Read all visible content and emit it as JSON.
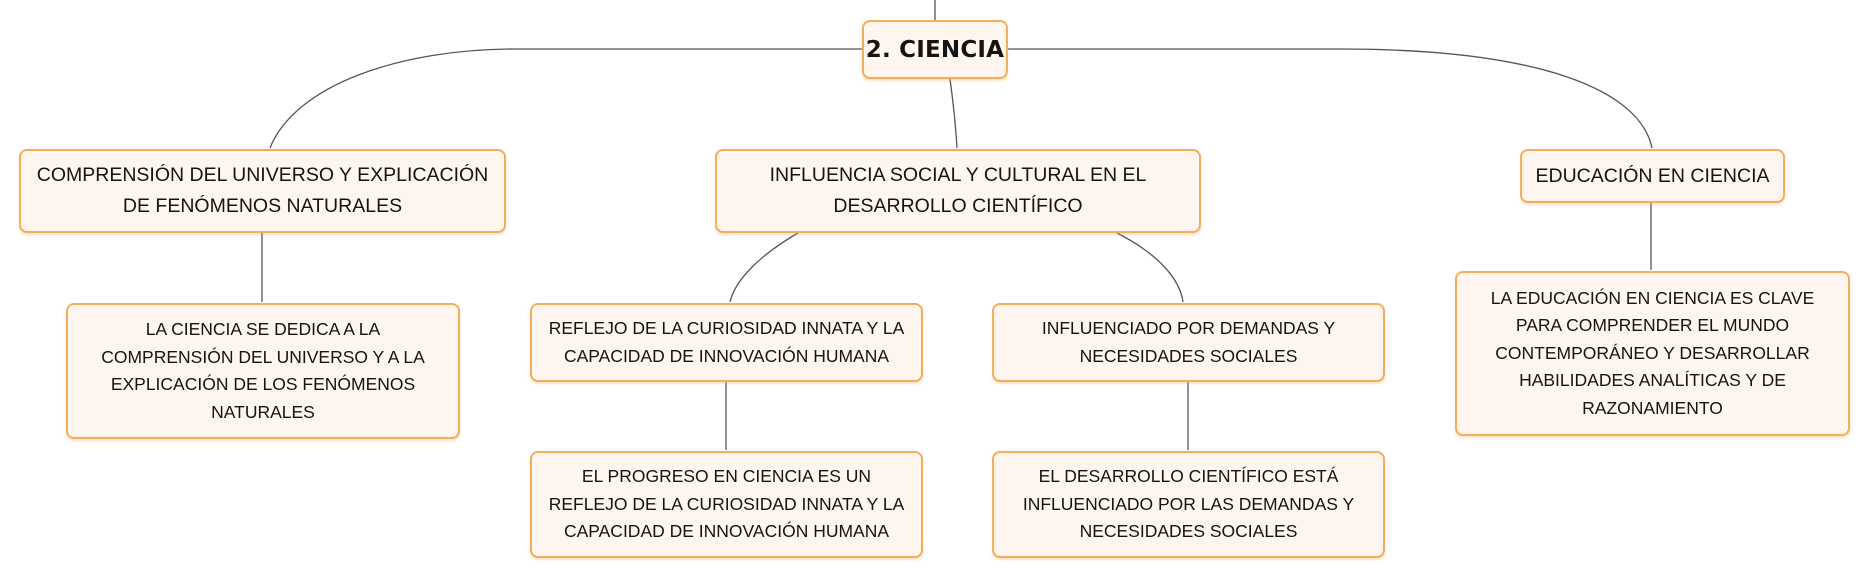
{
  "diagram": {
    "root": {
      "label": "2. CIENCIA"
    },
    "branches": [
      {
        "label": "COMPRENSIÓN DEL UNIVERSO Y EXPLICACIÓN DE FENÓMENOS NATURALES",
        "children": [
          {
            "label": "LA CIENCIA SE DEDICA A LA COMPRENSIÓN DEL UNIVERSO Y A LA EXPLICACIÓN DE LOS FENÓMENOS NATURALES"
          }
        ]
      },
      {
        "label": "INFLUENCIA SOCIAL Y CULTURAL EN EL DESARROLLO CIENTÍFICO",
        "children": [
          {
            "label": "REFLEJO DE LA CURIOSIDAD INNATA Y LA CAPACIDAD DE INNOVACIÓN HUMANA",
            "children": [
              {
                "label": "EL PROGRESO EN CIENCIA ES UN REFLEJO DE LA CURIOSIDAD INNATA Y LA CAPACIDAD DE INNOVACIÓN HUMANA"
              }
            ]
          },
          {
            "label": "INFLUENCIADO POR DEMANDAS Y NECESIDADES SOCIALES",
            "children": [
              {
                "label": "EL DESARROLLO CIENTÍFICO ESTÁ INFLUENCIADO POR LAS DEMANDAS Y NECESIDADES SOCIALES"
              }
            ]
          }
        ]
      },
      {
        "label": "EDUCACIÓN EN CIENCIA",
        "children": [
          {
            "label": "LA EDUCACIÓN EN CIENCIA ES CLAVE PARA COMPRENDER EL MUNDO CONTEMPORÁNEO Y DESARROLLAR HABILIDADES ANALÍTICAS Y DE RAZONAMIENTO"
          }
        ]
      }
    ]
  },
  "colors": {
    "node_border": "#f3ad5d",
    "node_fill": "#fef6ee",
    "connector": "#555555",
    "text": "#141414"
  }
}
